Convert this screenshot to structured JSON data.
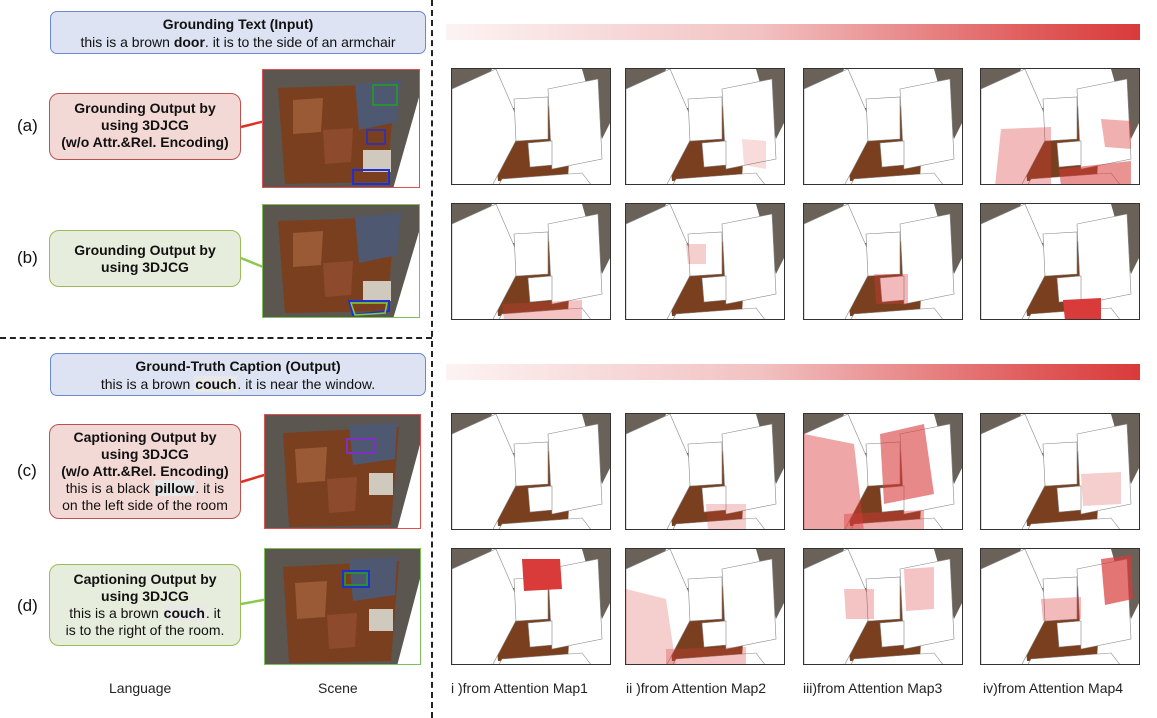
{
  "grounding_text": {
    "title": "Grounding Text (Input)",
    "sentence_before": "this is a brown ",
    "keyword": "door",
    "sentence_after": ". it is to the side of an armchair"
  },
  "ground_truth_caption": {
    "title": "Ground-Truth Caption (Output)",
    "sentence_before": "this is a brown ",
    "keyword": "couch",
    "sentence_after": ". it is near the window."
  },
  "rows": [
    {
      "label": "(a)",
      "box_lines": [
        "Grounding Output by",
        "using 3DJCG",
        "(w/o Attr.&Rel. Encoding)"
      ]
    },
    {
      "label": "(b)",
      "box_lines": [
        "Grounding Output by",
        "using 3DJCG"
      ]
    },
    {
      "label": "(c)",
      "box_lines": [
        "Captioning Output by",
        "using 3DJCG",
        "(w/o Attr.&Rel. Encoding)"
      ],
      "caption_before": "this is a black ",
      "caption_keyword": "pillow",
      "caption_after": ". it is",
      "caption_line2": "on the left side of the room"
    },
    {
      "label": "(d)",
      "box_lines": [
        "Captioning Output by",
        "using 3DJCG"
      ],
      "caption_before": "this is a brown ",
      "caption_keyword": "couch",
      "caption_after": ". it",
      "caption_line2": "is to the right of the room."
    }
  ],
  "column_captions": [
    "i )from Attention Map1",
    "ii )from Attention Map2",
    "iii)from Attention Map3",
    "iv)from Attention Map4"
  ],
  "bottom_labels": {
    "language": "Language",
    "scene": "Scene"
  },
  "colors": {
    "accent_red": "#c0504d",
    "accent_green": "#9bbb59",
    "heat": "#d93a3a",
    "floor": "#7a3f1e"
  }
}
